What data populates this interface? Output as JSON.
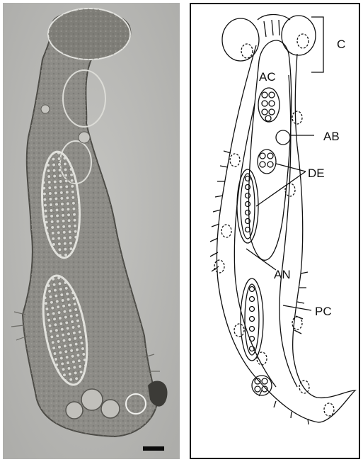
{
  "figure": {
    "labels": {
      "c": "C",
      "ac": "AC",
      "ab": "AB",
      "de": "DE",
      "an": "AN",
      "pc": "PC"
    },
    "colors": {
      "photo_background": "#b9b9b6",
      "photo_cell": "#8e8d88",
      "line": "#111111"
    }
  }
}
